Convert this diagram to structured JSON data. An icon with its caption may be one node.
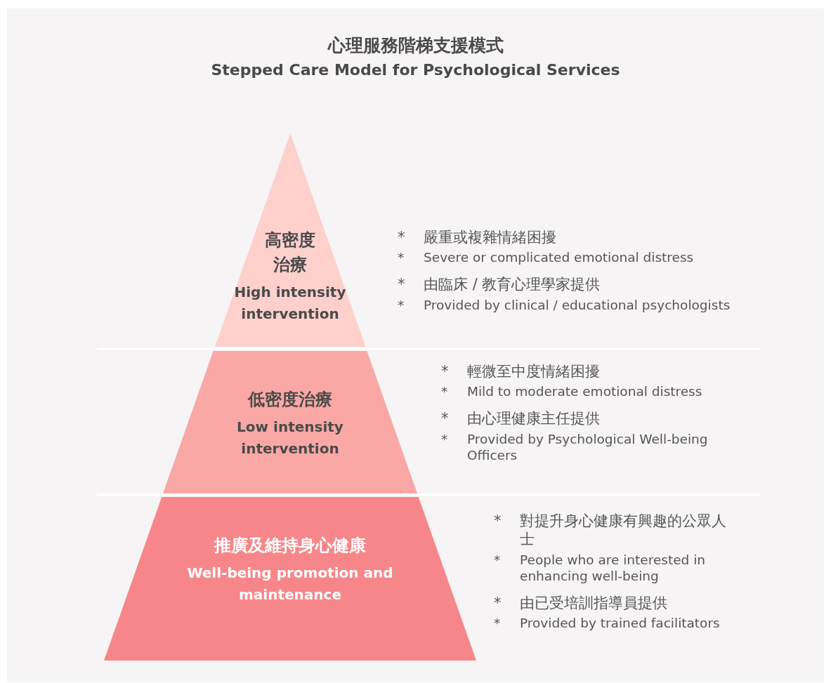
{
  "diagram": {
    "title": "心理服務階梯支援模式",
    "nodes": [
      {
        "text": [
          "高密度治療",
          "High intensity intervention"
        ],
        "beside": [
          "*",
          "嚴重或複雜情緒困擾",
          "*",
          "Severe or complicated emotional distress",
          "*",
          "由臨床 / 教育心理學家提供",
          "*",
          "Provided by clinical / educational psychologists"
        ]
      },
      {
        "text": [
          "低密度治療",
          "Low intensity intervention"
        ],
        "beside": [
          "*",
          "輕微至中度情緒困擾",
          "*",
          "Mild to moderate emotional distress",
          "*",
          "由心理健康主任提供",
          "*",
          "Provided by Psychological Well-being Officers"
        ]
      },
      {
        "text": [
          "推廣及維持身心健康",
          "Well-being promotion and maintenance"
        ],
        "beside": [
          "*",
          "對提升身心健康有興趣的公眾人士",
          "*",
          "People who are interested in enhancing well-being",
          "*",
          "由已受培訓指導員提供",
          "*",
          "Provided by trained facilitators"
        ]
      }
    ],
    "edges": [],
    "labels": [
      "Stepped Care Model for Psychological Services"
    ]
  }
}
